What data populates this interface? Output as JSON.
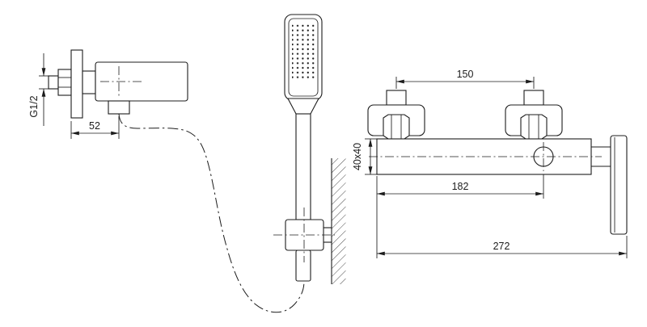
{
  "drawing": {
    "colors": {
      "line": "#1c1c1c",
      "background": "#ffffff"
    },
    "dimension_labels": {
      "thread": "G1/2",
      "valve_offset": "52",
      "connection_spacing": "150",
      "bar_profile": "40x40",
      "outlet_distance": "182",
      "overall_length": "272"
    }
  }
}
